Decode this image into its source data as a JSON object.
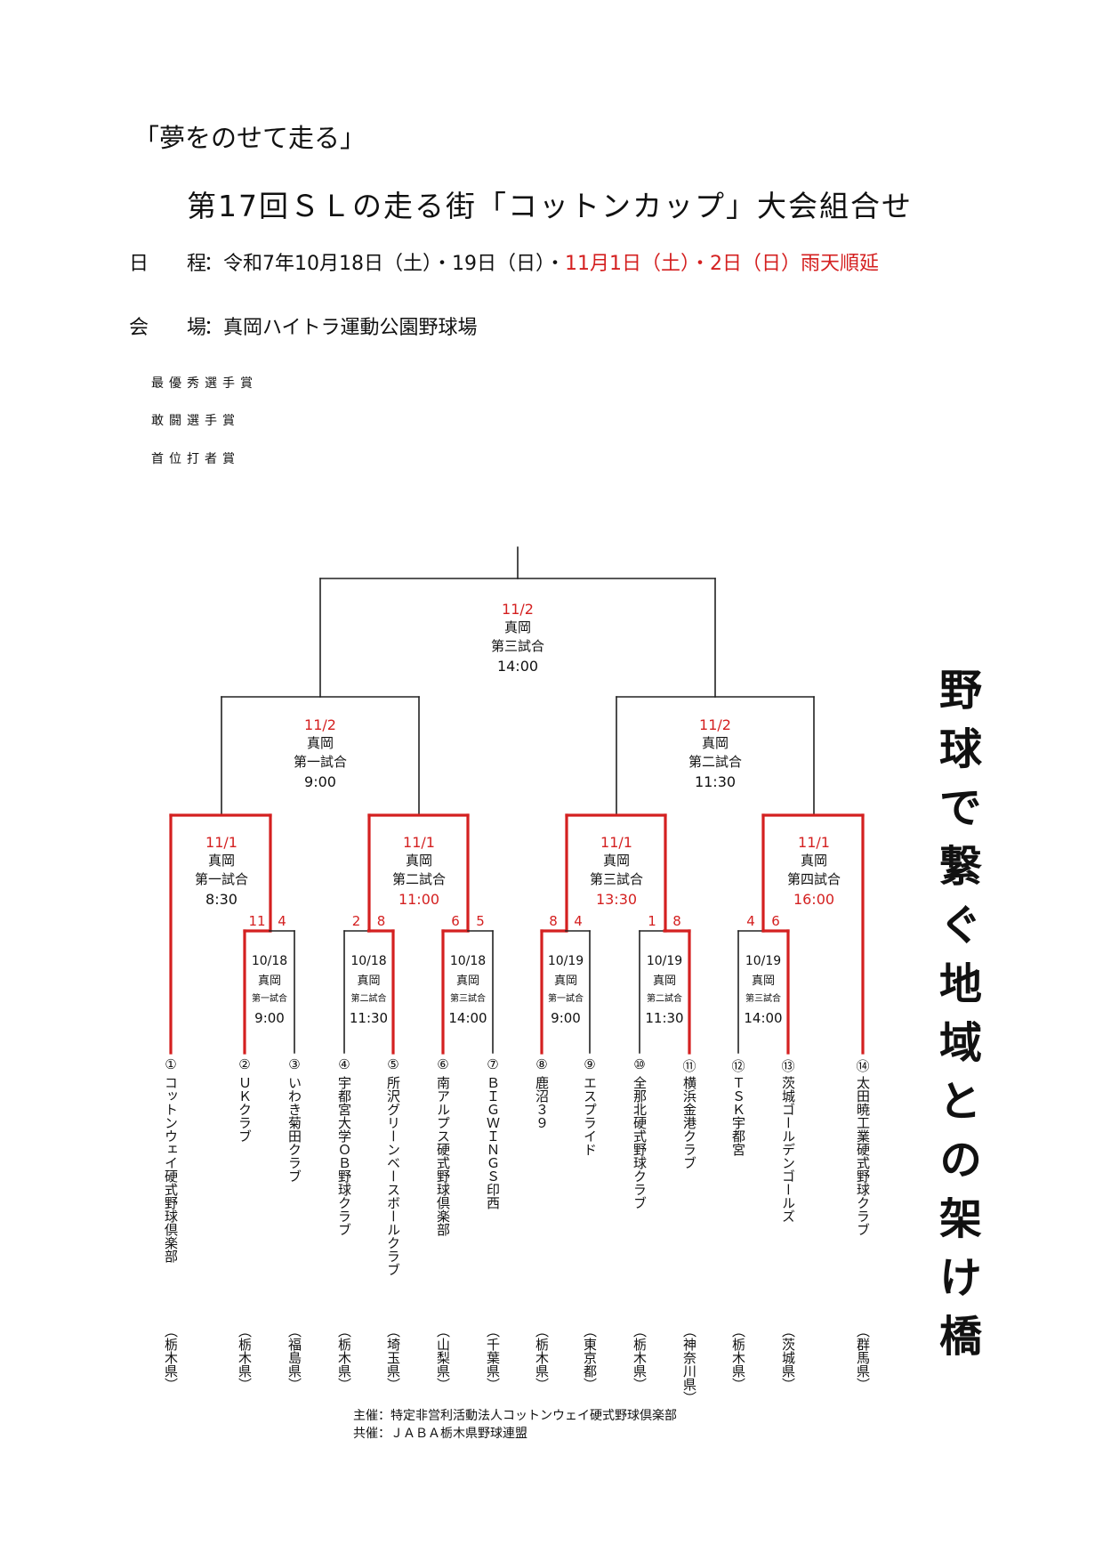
{
  "header": {
    "motto": "「夢をのせて走る」",
    "title": "第17回ＳＬの走る街「コットンカップ」大会組合せ",
    "schedule_label": "日 程",
    "schedule_black": "：令和7年10月18日（土）・19日（日）・",
    "schedule_red": "11月1日（土）・2日（日）雨天順延",
    "venue_label": "会 場",
    "venue_value": "：真岡ハイトラ運動公園野球場"
  },
  "awards": [
    "最優秀選手賞",
    "敢闘選手賞",
    "首位打者賞"
  ],
  "matches": {
    "final": {
      "date": "11/2",
      "venue": "真岡",
      "game": "第三試合",
      "time": "14:00"
    },
    "semi1": {
      "date": "11/2",
      "venue": "真岡",
      "game": "第一試合",
      "time": "9:00"
    },
    "semi2": {
      "date": "11/2",
      "venue": "真岡",
      "game": "第二試合",
      "time": "11:30"
    },
    "qf1": {
      "date": "11/1",
      "venue": "真岡",
      "game": "第一試合",
      "time": "8:30"
    },
    "qf2": {
      "date": "11/1",
      "venue": "真岡",
      "game": "第二試合",
      "time": "11:00"
    },
    "qf3": {
      "date": "11/1",
      "venue": "真岡",
      "game": "第三試合",
      "time": "13:30"
    },
    "qf4": {
      "date": "11/1",
      "venue": "真岡",
      "game": "第四試合",
      "time": "16:00"
    },
    "r1a": {
      "date": "10/18",
      "venue": "真岡",
      "game": "第一試合",
      "time": "9:00"
    },
    "r1b": {
      "date": "10/18",
      "venue": "真岡",
      "game": "第二試合",
      "time": "11:30"
    },
    "r1c": {
      "date": "10/18",
      "venue": "真岡",
      "game": "第三試合",
      "time": "14:00"
    },
    "r1d": {
      "date": "10/19",
      "venue": "真岡",
      "game": "第一試合",
      "time": "9:00"
    },
    "r1e": {
      "date": "10/19",
      "venue": "真岡",
      "game": "第二試合",
      "time": "11:30"
    },
    "r1f": {
      "date": "10/19",
      "venue": "真岡",
      "game": "第三試合",
      "time": "14:00"
    }
  },
  "scores": {
    "r1a": [
      "11",
      "4"
    ],
    "r1b": [
      "2",
      "8"
    ],
    "r1c": [
      "6",
      "5"
    ],
    "r1d": [
      "8",
      "4"
    ],
    "r1e": [
      "1",
      "8"
    ],
    "r1f": [
      "4",
      "6"
    ]
  },
  "teams": [
    {
      "num": "①",
      "name": "コットンウェイ硬式野球倶楽部",
      "pref": "（栃木県）"
    },
    {
      "num": "②",
      "name": "ＵＫクラブ",
      "pref": "（栃木県）"
    },
    {
      "num": "③",
      "name": "いわき菊田クラブ",
      "pref": "（福島県）"
    },
    {
      "num": "④",
      "name": "宇都宮大学ＯＢ野球クラブ",
      "pref": "（栃木県）"
    },
    {
      "num": "⑤",
      "name": "所沢グリーンベースボールクラブ",
      "pref": "（埼玉県）"
    },
    {
      "num": "⑥",
      "name": "南アルプス硬式野球倶楽部",
      "pref": "（山梨県）"
    },
    {
      "num": "⑦",
      "name": "ＢＩＧＷＩＮＧＳ印西",
      "pref": "（千葉県）"
    },
    {
      "num": "⑧",
      "name": "鹿沼３９",
      "pref": "（栃木県）"
    },
    {
      "num": "⑨",
      "name": "エスプライド",
      "pref": "（東京都）"
    },
    {
      "num": "⑩",
      "name": "全那北硬式野球クラブ",
      "pref": "（栃木県）"
    },
    {
      "num": "⑪",
      "name": "横浜金港クラブ",
      "pref": "（神奈川県）"
    },
    {
      "num": "⑫",
      "name": "ＴＳＫ宇都宮",
      "pref": "（栃木県）"
    },
    {
      "num": "⑬",
      "name": "茨城ゴールデンゴールズ",
      "pref": "（茨城県）"
    },
    {
      "num": "⑭",
      "name": "太田暁工業硬式野球クラブ",
      "pref": "（群馬県）"
    }
  ],
  "slogan": "野球で繋ぐ地域との架け橋",
  "footer": {
    "host": "主催：特定非営利活動法人コットンウェイ硬式野球倶楽部",
    "cohost": "共催：ＪＡＢＡ栃木県野球連盟"
  },
  "colors": {
    "line": "#222222",
    "win": "#d42020"
  }
}
